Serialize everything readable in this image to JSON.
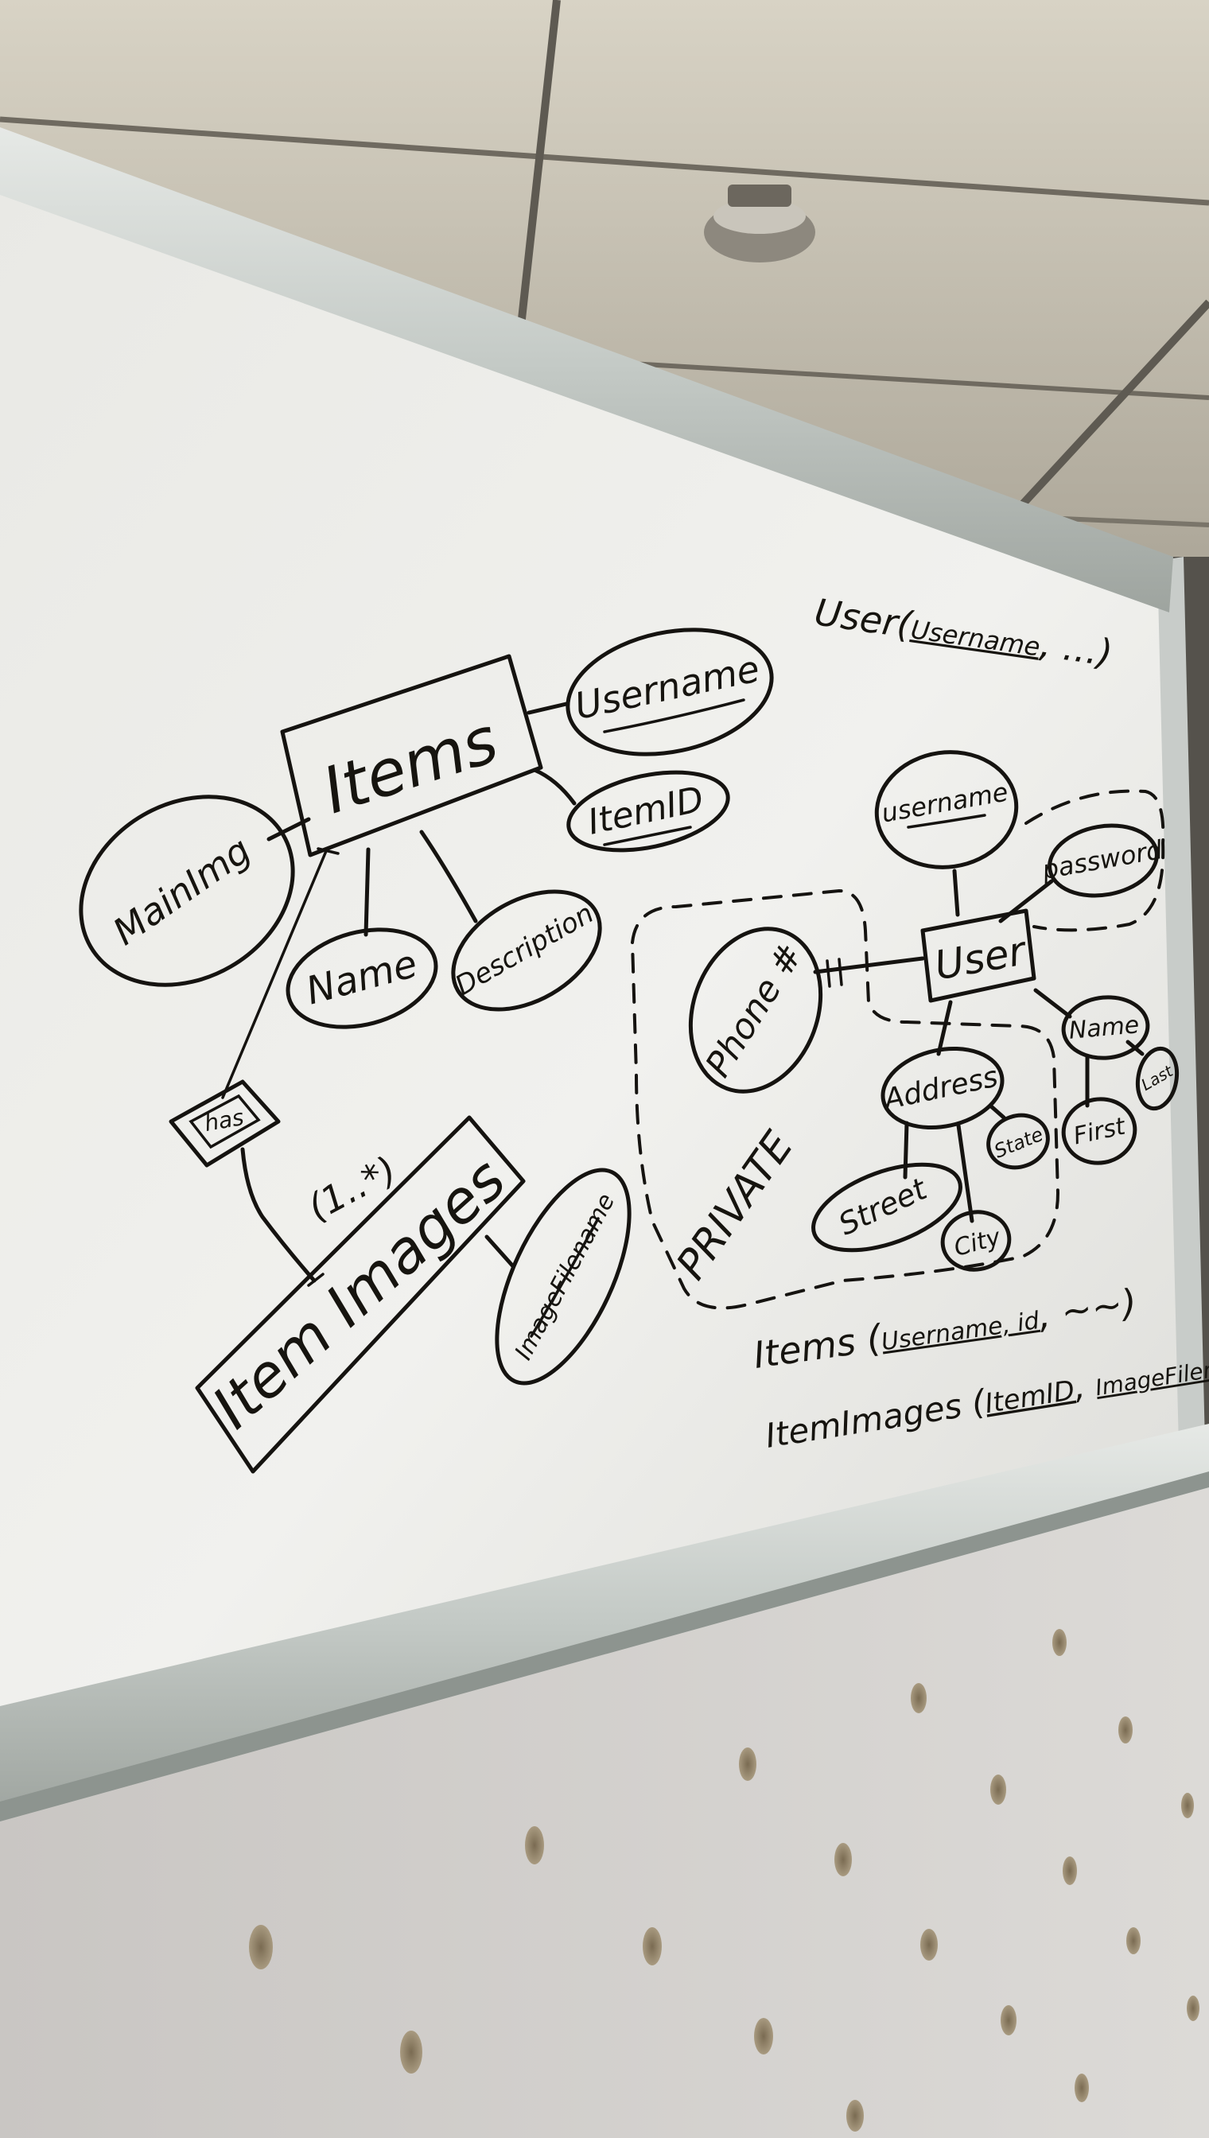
{
  "diagram": {
    "entities": {
      "items": "Items",
      "user": "User",
      "item_images": "Item Images"
    },
    "relationship": {
      "has": "has",
      "cardinality": "(1..*)"
    },
    "items_attributes": {
      "username": "Username",
      "item_id": "ItemID",
      "main_img": "MainImg",
      "name": "Name",
      "description": "Description"
    },
    "item_images_attributes": {
      "image_filename": "ImageFilename"
    },
    "user_attributes": {
      "username": "username",
      "password": "password",
      "phone": "Phone #",
      "address": "Address",
      "street": "Street",
      "city": "City",
      "state": "State",
      "name": "Name",
      "first": "First",
      "last": "Last"
    },
    "private_label": "PRIVATE",
    "schema": {
      "user_prefix": "User(",
      "user_key": "Username",
      "user_suffix": ", ...)",
      "items_prefix": "Items (",
      "items_key": "Username, id",
      "items_suffix": ", ~~)",
      "images_prefix": "ItemImages (",
      "images_key1": "ItemID",
      "images_sep": ", ",
      "images_key2": "ImageFilename",
      "images_suffix": ")"
    }
  },
  "colors": {
    "ink": "#151310",
    "board": "#eeeeea",
    "frame": "#cfd2cf",
    "ceiling": "#c9c4b8",
    "cubicle": "#d3d1cf"
  }
}
